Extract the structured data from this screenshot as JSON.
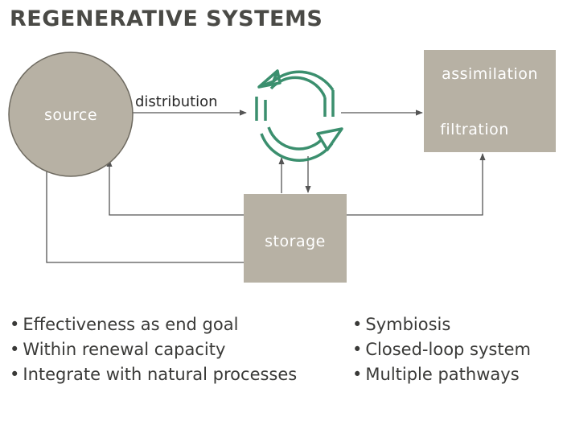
{
  "title": "REGENERATIVE SYSTEMS",
  "nodes": {
    "source": "source",
    "storage": "storage",
    "assimilation": "assimilation",
    "filtration": "filtration"
  },
  "edge_labels": {
    "distribution": "distribution"
  },
  "colors": {
    "node_fill": "#b7b1a4",
    "cycle_stroke": "#3b8f6e",
    "line": "#555555",
    "title": "#4a4a46"
  },
  "bullets_left": [
    "Effectiveness as end goal",
    "Within renewal capacity",
    "Integrate with natural processes"
  ],
  "bullets_right": [
    "Symbiosis",
    "Closed-loop system",
    "Multiple pathways"
  ]
}
